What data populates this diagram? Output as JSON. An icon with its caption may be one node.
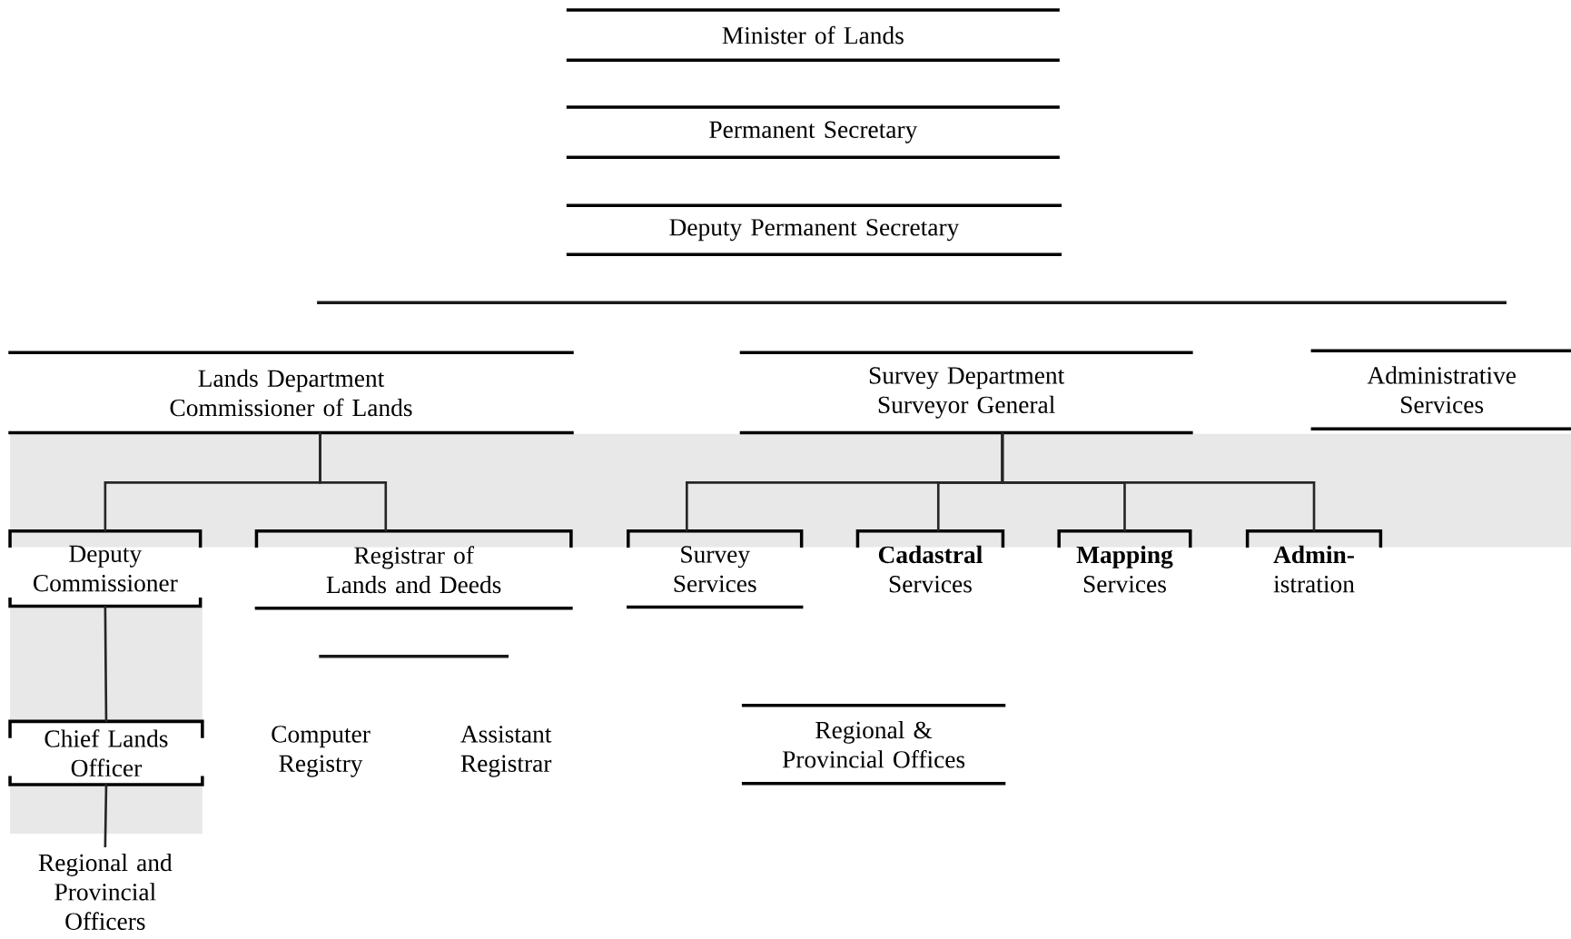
{
  "diagram": {
    "nodes": [
      {
        "text": [
          "Minister of Lands"
        ]
      },
      {
        "text": [
          "Permanent Secretary"
        ]
      },
      {
        "text": [
          "Deputy Permanent Secretary"
        ]
      },
      {
        "text": [
          "Lands Department",
          "Commissioner of Lands"
        ]
      },
      {
        "text": [
          "Survey Department",
          "Surveyor General"
        ]
      },
      {
        "text": [
          "Administrative Services"
        ]
      },
      {
        "text": [
          "Deputy Commissioner"
        ]
      },
      {
        "text": [
          "Registrar of Lands and Deeds"
        ]
      },
      {
        "text": [
          "Survey Services"
        ]
      },
      {
        "text": [
          "**Cadastral** Services"
        ]
      },
      {
        "text": [
          "**Mapping** Services"
        ]
      },
      {
        "text": [
          "**Admin-**istration"
        ]
      },
      {
        "text": [
          "Chief Lands Officer"
        ]
      },
      {
        "text": [
          "Computer Registry"
        ]
      },
      {
        "text": [
          "Assistant Registrar"
        ]
      },
      {
        "text": [
          "Regional & Provincial Offices"
        ]
      },
      {
        "text": [
          "Regional and Provincial Officers"
        ]
      }
    ],
    "edges": [
      {
        "from": 3,
        "to": 6,
        "arrow": "none"
      },
      {
        "from": 3,
        "to": 7,
        "arrow": "none"
      },
      {
        "from": 4,
        "to": 8,
        "arrow": "none"
      },
      {
        "from": 4,
        "to": 9,
        "arrow": "none"
      },
      {
        "from": 4,
        "to": 10,
        "arrow": "none"
      },
      {
        "from": 4,
        "to": 11,
        "arrow": "none"
      },
      {
        "from": 6,
        "to": 12,
        "arrow": "none"
      },
      {
        "from": 12,
        "to": 16,
        "arrow": "none"
      }
    ]
  }
}
